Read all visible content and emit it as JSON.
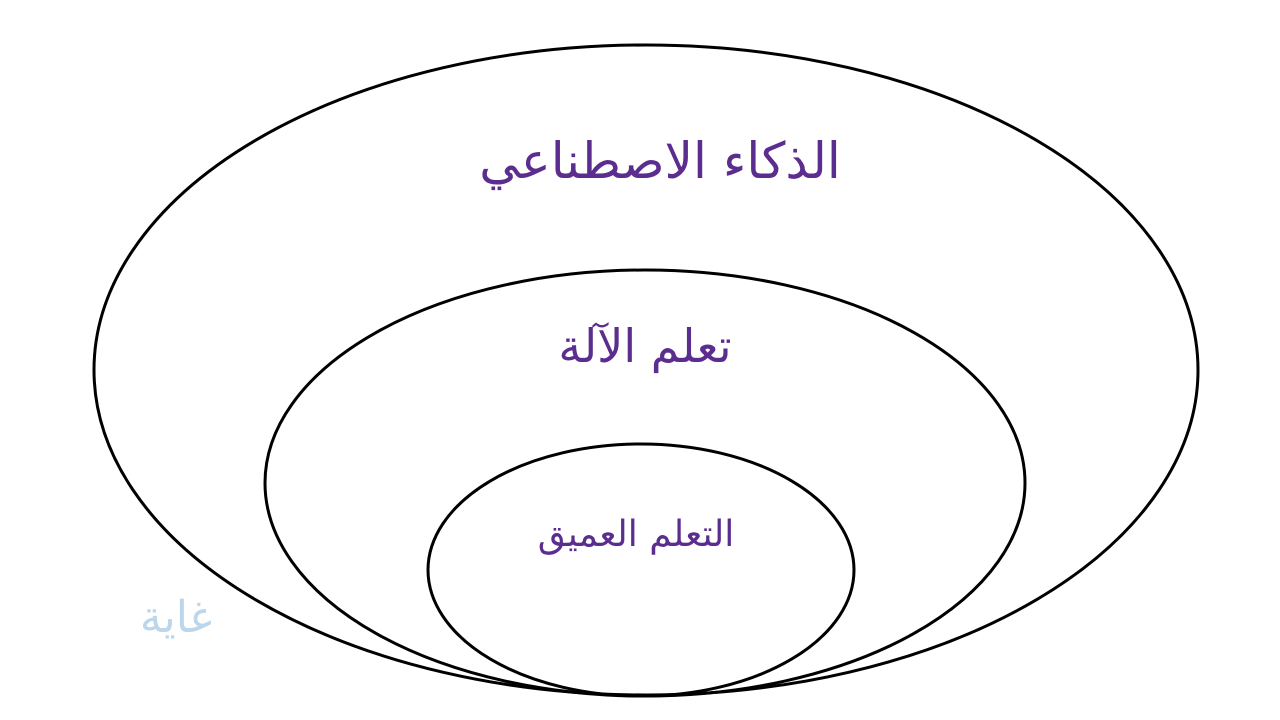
{
  "diagram": {
    "outer_label": "الذكاء الاصطناعي",
    "middle_label": "تعلم الآلة",
    "inner_label": "التعلم العميق",
    "watermark": "غاية",
    "colors": {
      "label": "#5b2d8e",
      "stroke": "#000000",
      "watermark": "#bcd6ec",
      "background": "#ffffff"
    }
  }
}
